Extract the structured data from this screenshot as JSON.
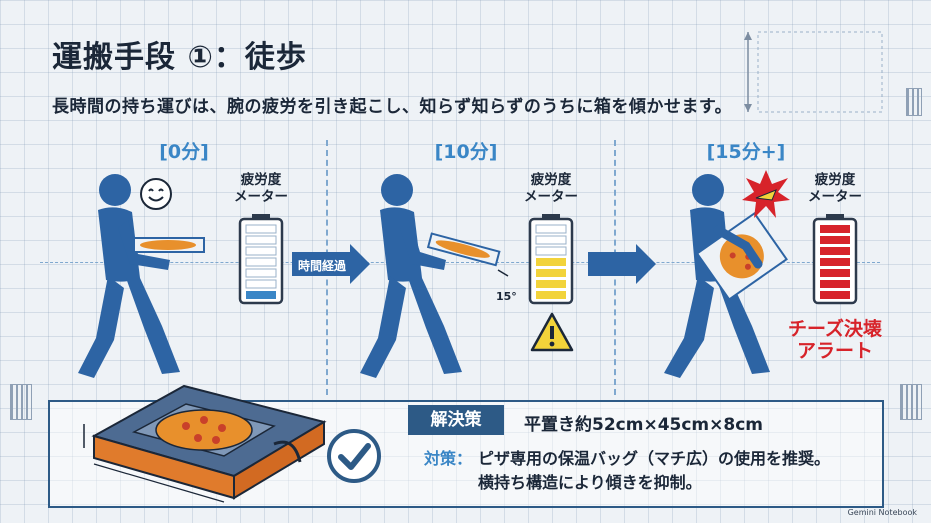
{
  "title": "運搬手段 ①：徒歩",
  "subtitle": "長時間の持ち運びは、腕の疲労を引き起こし、知らず知らずのうちに箱を傾かせます。",
  "stages": [
    {
      "time_label": "[0分]",
      "meter_label_1": "疲労度",
      "meter_label_2": "メーター",
      "fatigue_level": "low",
      "color": "#3a86c6"
    },
    {
      "time_label": "[10分]",
      "meter_label_1": "疲労度",
      "meter_label_2": "メーター",
      "fatigue_level": "medium",
      "color": "#f2d33a"
    },
    {
      "time_label": "[15分+]",
      "meter_label_1": "疲労度",
      "meter_label_2": "メーター",
      "fatigue_level": "full",
      "color": "#d7232a"
    }
  ],
  "arrow_text": "時間経過",
  "tilt_angle": "15°",
  "alert": {
    "line1": "チーズ決壊",
    "line2": "アラート"
  },
  "solution": {
    "badge": "解決策",
    "dimensions": "平置き約52cm×45cm×8cm",
    "measure_label": "対策：",
    "line1": "ピザ専用の保温バッグ（マチ広）の使用を推奨。",
    "line2": "横持ち構造により傾きを抑制。"
  },
  "credit": "Gemini Notebook",
  "colors": {
    "primary": "#2d5a86",
    "accent": "#3a86c6",
    "warn": "#f2d33a",
    "danger": "#d7232a",
    "bag": "#4d6b92",
    "bag_edge": "#e07b2c"
  }
}
